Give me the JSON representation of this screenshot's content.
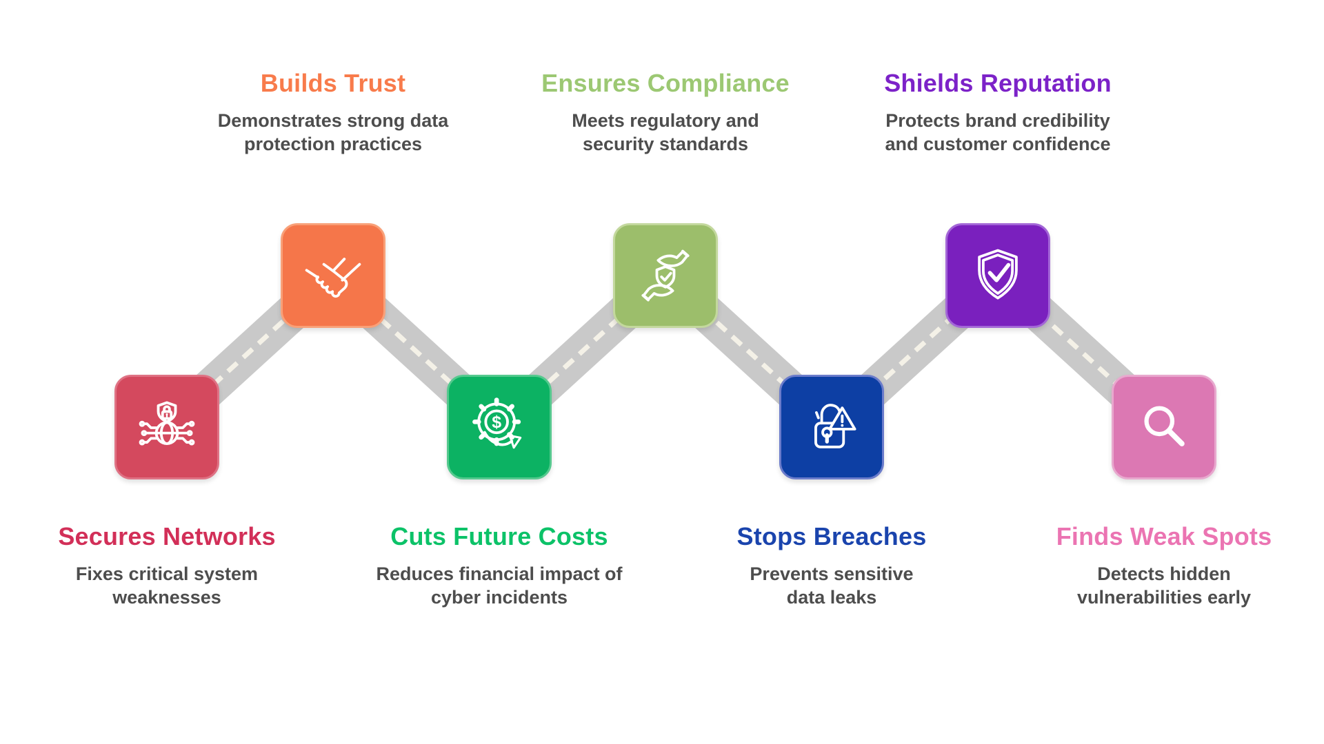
{
  "canvas": {
    "background": "#ffffff"
  },
  "road": {
    "band_color": "#C9C9C9",
    "dash_color": "#F4F1E7",
    "band_width": 54,
    "dash_width": 7,
    "dash_pattern": "18 12",
    "points": [
      [
        242,
        620
      ],
      [
        483,
        400
      ],
      [
        724,
        620
      ],
      [
        965,
        400
      ],
      [
        1206,
        620
      ],
      [
        1447,
        400
      ],
      [
        1688,
        620
      ]
    ]
  },
  "desc_color": "#4D4D4D",
  "nodes": [
    {
      "id": "secures-networks",
      "position": "bottom",
      "title": "Secures Networks",
      "desc": [
        "Fixes critical system",
        "weaknesses"
      ],
      "title_color": "#D22F58",
      "square_color": "#D4495E",
      "border_color": "#DF7284",
      "icon": "network-shield-lock-icon"
    },
    {
      "id": "builds-trust",
      "position": "top",
      "title": "Builds Trust",
      "desc": [
        "Demonstrates strong data",
        "protection practices"
      ],
      "title_color": "#F87B4B",
      "square_color": "#F5764A",
      "border_color": "#F9A078",
      "icon": "handshake-icon"
    },
    {
      "id": "cuts-future-costs",
      "position": "bottom",
      "title": "Cuts Future Costs",
      "desc": [
        "Reduces financial impact of",
        "cyber incidents"
      ],
      "title_color": "#0CC268",
      "square_color": "#0CB263",
      "border_color": "#55C98E",
      "icon": "gear-dollar-arrow-icon"
    },
    {
      "id": "ensures-compliance",
      "position": "top",
      "title": "Ensures Compliance",
      "desc": [
        "Meets regulatory and",
        "security standards"
      ],
      "title_color": "#9CC873",
      "square_color": "#9CBE6B",
      "border_color": "#C3D89D",
      "icon": "hands-holding-shield-icon"
    },
    {
      "id": "stops-breaches",
      "position": "bottom",
      "title": "Stops Breaches",
      "desc": [
        "Prevents sensitive",
        "data leaks"
      ],
      "title_color": "#1A44AD",
      "square_color": "#0D3FA4",
      "border_color": "#6B7CCB",
      "icon": "breached-lock-warning-icon"
    },
    {
      "id": "shields-reputation",
      "position": "top",
      "title": "Shields Reputation",
      "desc": [
        "Protects brand credibility",
        "and customer confidence"
      ],
      "title_color": "#7C22C8",
      "square_color": "#7A20BE",
      "border_color": "#A366D7",
      "icon": "shield-checkmark-icon"
    },
    {
      "id": "finds-weak-spots",
      "position": "bottom",
      "title": "Finds Weak Spots",
      "desc": [
        "Detects hidden",
        "vulnerabilities early"
      ],
      "title_color": "#EB74B2",
      "square_color": "#DC78B3",
      "border_color": "#E8A8CE",
      "icon": "magnifier-icon"
    }
  ]
}
